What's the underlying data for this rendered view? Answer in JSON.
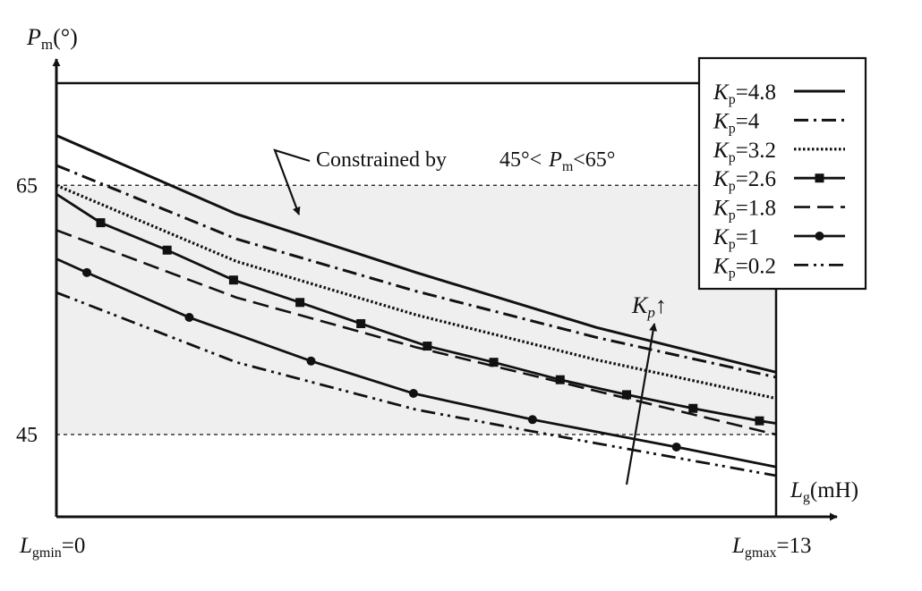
{
  "chart_data": {
    "type": "line",
    "y_axis": {
      "symbol": "P",
      "subscript": "m",
      "unit": "(°)"
    },
    "x_axis": {
      "symbol": "L",
      "subscript": "g",
      "unit": "(mH)"
    },
    "xlim": [
      0,
      13
    ],
    "ylim": [
      38.4,
      73.2
    ],
    "y_ticks": [
      "65",
      "45"
    ],
    "x_tick_min": {
      "symbol": "L",
      "subscript": "gmin",
      "suffix": "=0"
    },
    "x_tick_max": {
      "symbol": "L",
      "subscript": "gmax",
      "suffix": "=13"
    },
    "constraint": {
      "lower": 45,
      "upper": 65,
      "text": "Constrained by",
      "expr_left": "45°<",
      "expr_symbol": "P",
      "expr_sub": "m",
      "expr_right": "<65°",
      "shade_color": "#efefef"
    },
    "trend": {
      "symbol": "K",
      "subscript": "p",
      "arrow": "↑"
    },
    "series": [
      {
        "name": "4.8",
        "style": "solid",
        "x": [
          0,
          3.25,
          6.5,
          9.75,
          13
        ],
        "y": [
          69.0,
          62.7,
          58.0,
          53.6,
          50.0
        ]
      },
      {
        "name": "4",
        "style": "dashdot",
        "x": [
          0,
          3.25,
          6.5,
          9.75,
          13
        ],
        "y": [
          66.6,
          60.7,
          56.5,
          52.8,
          49.6
        ]
      },
      {
        "name": "3.2",
        "style": "dotted",
        "x": [
          0,
          3.25,
          6.5,
          9.75,
          13
        ],
        "y": [
          65.0,
          58.9,
          54.6,
          51.0,
          47.9
        ]
      },
      {
        "name": "2.6",
        "style": "square",
        "x": [
          0,
          0.8,
          2.0,
          3.2,
          4.4,
          5.5,
          6.7,
          7.9,
          9.1,
          10.3,
          11.5,
          12.7,
          13
        ],
        "y": [
          64.3,
          62.0,
          59.8,
          57.4,
          55.6,
          53.9,
          52.1,
          50.8,
          49.4,
          48.2,
          47.1,
          46.1,
          45.9
        ]
      },
      {
        "name": "1.8",
        "style": "dashed",
        "x": [
          0,
          3.25,
          6.5,
          9.75,
          13
        ],
        "y": [
          61.4,
          56.0,
          52.0,
          48.5,
          45.0
        ]
      },
      {
        "name": "1",
        "style": "circle",
        "x": [
          0,
          0.55,
          2.4,
          4.6,
          6.45,
          8.6,
          11.2,
          13
        ],
        "y": [
          59.1,
          58.0,
          54.4,
          50.9,
          48.3,
          46.2,
          44.0,
          42.4
        ]
      },
      {
        "name": "0.2",
        "style": "dashdotdot",
        "x": [
          0,
          3.25,
          6.5,
          9.75,
          13
        ],
        "y": [
          56.4,
          50.8,
          47.0,
          44.3,
          41.7
        ]
      }
    ],
    "legend": {
      "position": "top-right",
      "symbol": "K",
      "subscript": "p",
      "prefix": "="
    }
  }
}
